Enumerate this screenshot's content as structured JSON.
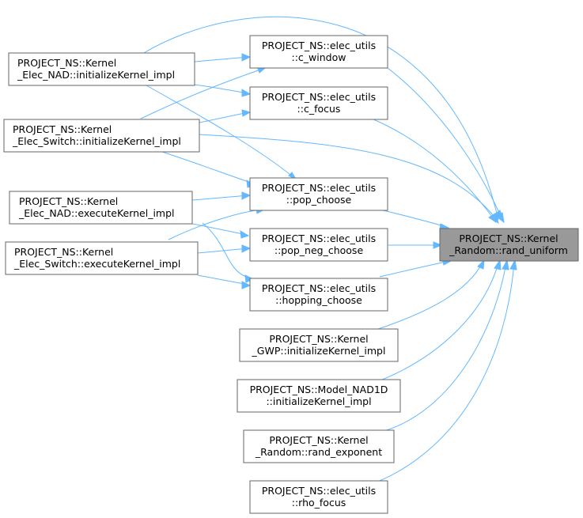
{
  "nodes": {
    "target": {
      "line1": "PROJECT_NS::Kernel",
      "line2": "_Random::rand_uniform"
    },
    "c_window": {
      "line1": "PROJECT_NS::elec_utils",
      "line2": "::c_window"
    },
    "c_focus": {
      "line1": "PROJECT_NS::elec_utils",
      "line2": "::c_focus"
    },
    "pop_choose": {
      "line1": "PROJECT_NS::elec_utils",
      "line2": "::pop_choose"
    },
    "pop_neg_choose": {
      "line1": "PROJECT_NS::elec_utils",
      "line2": "::pop_neg_choose"
    },
    "hopping_choose": {
      "line1": "PROJECT_NS::elec_utils",
      "line2": "::hopping_choose"
    },
    "gwp_init": {
      "line1": "PROJECT_NS::Kernel",
      "line2": "_GWP::initializeKernel_impl"
    },
    "nad1d_init": {
      "line1": "PROJECT_NS::Model_NAD1D",
      "line2": "::initializeKernel_impl"
    },
    "rand_exponent": {
      "line1": "PROJECT_NS::Kernel",
      "line2": "_Random::rand_exponent"
    },
    "rho_focus": {
      "line1": "PROJECT_NS::elec_utils",
      "line2": "::rho_focus"
    },
    "nad_init": {
      "line1": "PROJECT_NS::Kernel",
      "line2": "_Elec_NAD::initializeKernel_impl"
    },
    "switch_init": {
      "line1": "PROJECT_NS::Kernel",
      "line2": "_Elec_Switch::initializeKernel_impl"
    },
    "nad_exec": {
      "line1": "PROJECT_NS::Kernel",
      "line2": "_Elec_NAD::executeKernel_impl"
    },
    "switch_exec": {
      "line1": "PROJECT_NS::Kernel",
      "line2": "_Elec_Switch::executeKernel_impl"
    }
  },
  "colors": {
    "edge": "#63b8ff",
    "target_fill": "#999999",
    "node_border": "#666666"
  }
}
